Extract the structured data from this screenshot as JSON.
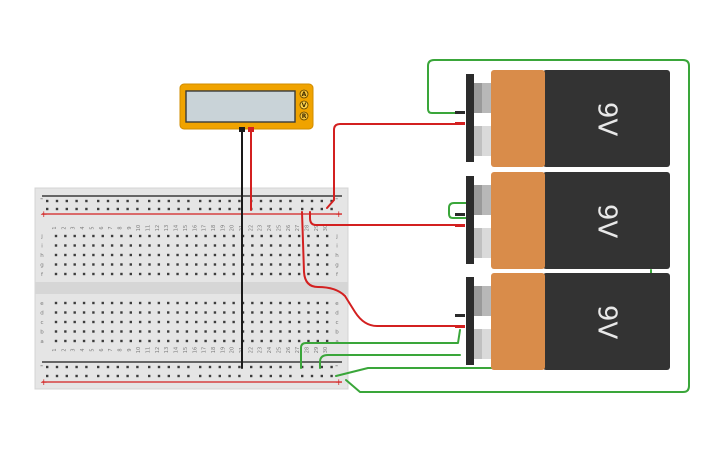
{
  "breadboard": {
    "columns": 30,
    "top_rows": [
      "j",
      "i",
      "h",
      "g",
      "f"
    ],
    "bottom_rows": [
      "e",
      "d",
      "c",
      "b",
      "a"
    ],
    "rail_minus": "-",
    "rail_plus": "+"
  },
  "multimeter": {
    "display_value": "",
    "modes": [
      "A",
      "V",
      "R"
    ],
    "selected_mode": "V"
  },
  "batteries": [
    {
      "label": "9V"
    },
    {
      "label": "9V"
    },
    {
      "label": "9V"
    }
  ],
  "colors": {
    "wire_red": "#d32020",
    "wire_green": "#3aa63a",
    "wire_black": "#1a1a1a",
    "battery_copper": "#d98c4a",
    "battery_body": "#333333",
    "meter_case": "#f0a300",
    "meter_screen": "#c9d3d8",
    "board": "#e6e6e6"
  }
}
